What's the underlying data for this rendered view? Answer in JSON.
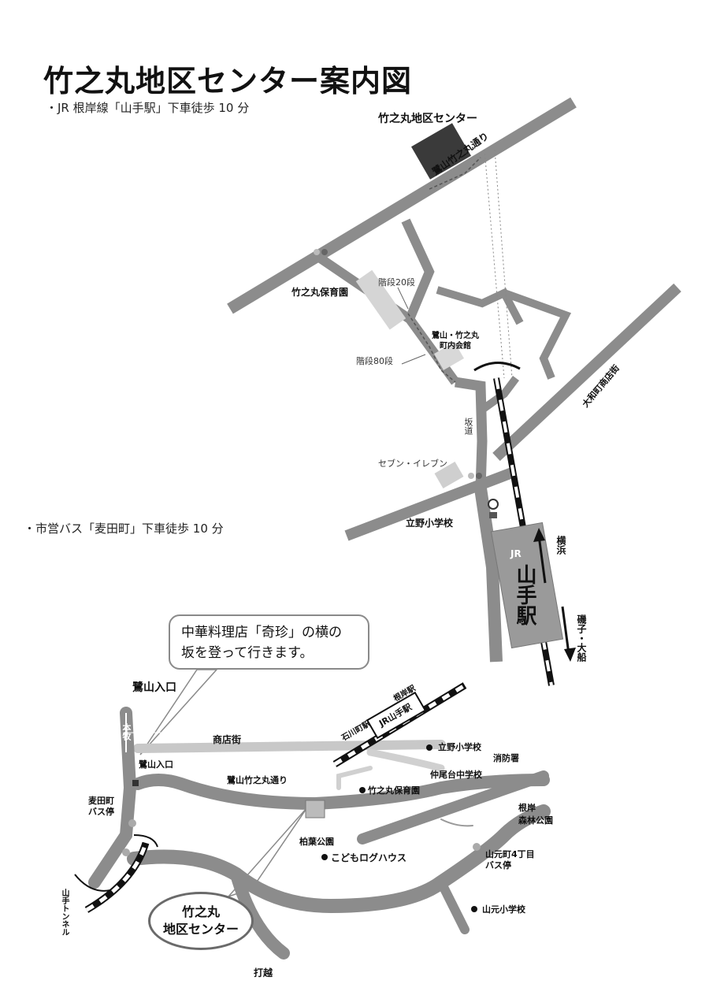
{
  "title": "竹之丸地区センター案内図",
  "access": {
    "jr": "・JR 根岸線「山手駅」下車徒歩 10 分",
    "bus": "・市営バス「麦田町」下車徒歩 10 分"
  },
  "upper_map": {
    "center_label": "竹之丸地区センター",
    "road_main": "鷺山竹之丸通り",
    "nursery": "竹之丸保育園",
    "stairs20": "階段20段",
    "stairs80": "階段80段",
    "hall": "鷺山・竹之丸町内会館",
    "hall_line1": "鷺山・竹之丸",
    "hall_line2": "町内会館",
    "yamato_street": "大和町商店街",
    "slope": "坂道",
    "seven_eleven": "セブン・イレブン",
    "school": "立野小学校",
    "jr": "JR",
    "station": "山手駅",
    "to_yokohama": "横浜",
    "to_isogo": "磯子・大船"
  },
  "callout": {
    "line1": "中華料理店「奇珍」の横の",
    "line2": "坂を登って行きます。"
  },
  "lower_map": {
    "sagiyama_entrance_top": "鷺山入口",
    "honmoku": "本牧",
    "shotengai": "商店街",
    "sagiyama_entrance": "鷺山入口",
    "mugita_bus": "麦田町バス停",
    "mugita_l1": "麦田町",
    "mugita_l2": "バス停",
    "road": "鷺山竹之丸通り",
    "tunnel": "山手トンネル",
    "ishikawacho": "石川町駅",
    "negishi": "根岸駅",
    "station_box": "JR山手駅",
    "tateno": "立野小学校",
    "fire": "消防署",
    "nakaodai": "仲尾台中学校",
    "nursery": "竹之丸保育園",
    "forest_park_l1": "根岸",
    "forest_park_l2": "森林公園",
    "kashiwaba": "柏葉公園",
    "log_house": "こどもログハウス",
    "yamamoto_bus_l1": "山元町4丁目",
    "yamamoto_bus_l2": "バス停",
    "yamamoto_school": "山元小学校",
    "center_l1": "竹之丸",
    "center_l2": "地区センター",
    "uchikoshi": "打越"
  }
}
